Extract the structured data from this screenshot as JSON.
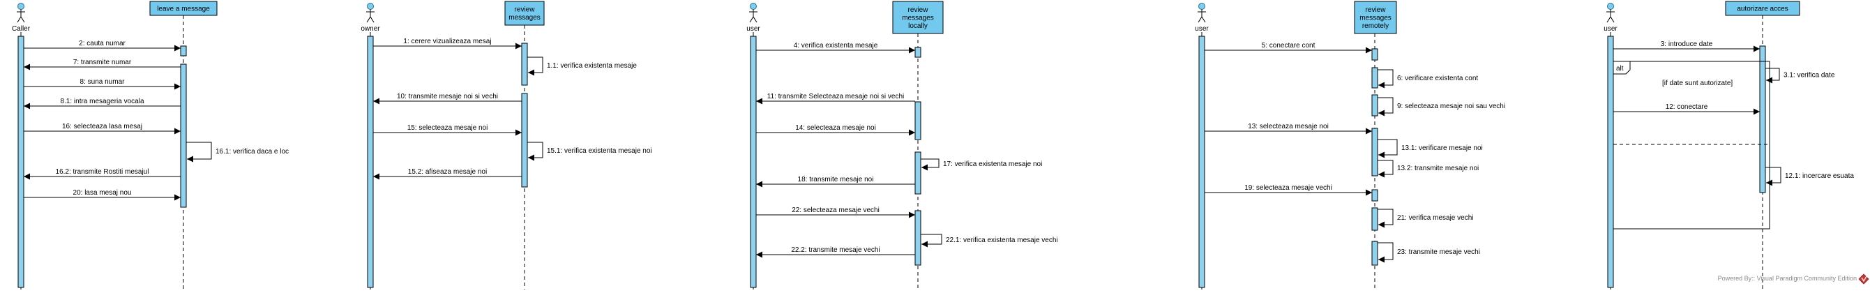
{
  "colors": {
    "lifeline_box": "#73c8ee",
    "activation": "#8fd2f0",
    "actor": "#7fcdee",
    "line": "#000000",
    "logo": "#cc3333"
  },
  "diagrams": [
    {
      "actor": "Caller",
      "object_lines": [
        "leave a message"
      ],
      "messages": [
        "2: cauta numar",
        "7: transmite numar",
        "8: suna numar",
        "8.1: intra mesageria vocala",
        "16: selecteaza lasa mesaj",
        "16.1: verifica daca e loc",
        "16.2: transmite Rostiti mesajul",
        "20: lasa mesaj nou"
      ]
    },
    {
      "actor": "owner",
      "object_lines": [
        "review",
        "messages"
      ],
      "messages": [
        "1: cerere vizualizeaza mesaj",
        "1.1: verifica existenta mesaje",
        "10: transmite mesaje noi si vechi",
        "15: selecteaza mesaje noi",
        "15.1: verifica existenta mesaje noi",
        "15.2: afiseaza mesaje noi"
      ]
    },
    {
      "actor": "user",
      "object_lines": [
        "review",
        "messages",
        "locally"
      ],
      "messages": [
        "4: verifica existenta mesaje",
        "11: transmite Selecteaza mesaje noi si vechi",
        "14: selecteaza mesaje noi",
        "17: verifica existenta mesaje noi",
        "18: transmite mesaje noi",
        "22: selecteaza mesaje vechi",
        "22.1: verifica existenta mesaje vechi",
        "22.2: transmite mesaje vechi"
      ]
    },
    {
      "actor": "user",
      "object_lines": [
        "review",
        "messages",
        "remotely"
      ],
      "messages": [
        "5: conectare cont",
        "6: verificare existenta cont",
        "9: selecteaza mesaje noi sau vechi",
        "13: selecteaza mesaje noi",
        "13.1: verificare mesaje noi",
        "13.2: transmite mesaje noi",
        "19: selecteaza mesaje vechi",
        "21: verifica mesaje vechi",
        "23: transmite mesaje vechi"
      ]
    },
    {
      "actor": "user",
      "object_lines": [
        "autorizare acces"
      ],
      "alt_label": "alt",
      "guard": "[if date sunt autorizate]",
      "messages": [
        "3: introduce date",
        "3.1: verifica date",
        "12: conectare",
        "12.1: incercare esuata"
      ]
    }
  ],
  "footer": "Powered By:: Visual Paradigm Community Edition"
}
